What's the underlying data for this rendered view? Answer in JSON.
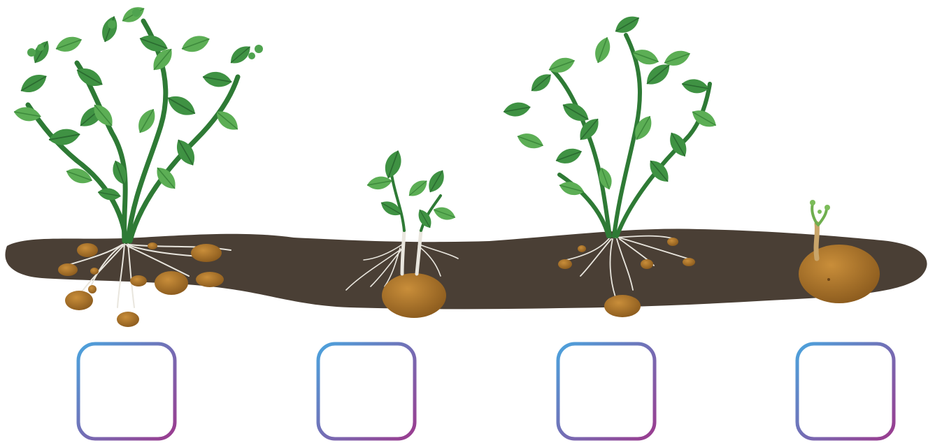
{
  "scene": {
    "stages": [
      {
        "id": "stage-mature-plant",
        "answer": ""
      },
      {
        "id": "stage-sprouting-tuber",
        "answer": ""
      },
      {
        "id": "stage-growing-plant",
        "answer": ""
      },
      {
        "id": "stage-seed-potato",
        "answer": ""
      }
    ],
    "colors": {
      "soil": "#4a3f35",
      "leaf_dark": "#2f7d3a",
      "leaf_light": "#4fa34f",
      "stem": "#2e7a35",
      "root": "#e9e6de",
      "tuber": "#b07a2c",
      "tuber_dark": "#8a5a1d",
      "box_gradient_start": "#4ba3dd",
      "box_gradient_end": "#9b3a8e"
    }
  }
}
